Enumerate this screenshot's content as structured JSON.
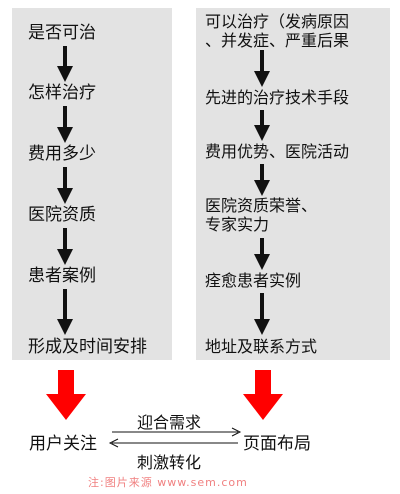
{
  "left_steps": [
    "是否可治",
    "怎样治疗",
    "费用多少",
    "医院资质",
    "患者案例",
    "形成及时间安排"
  ],
  "right_steps": [
    "可以治疗（发病原因\n、并发症、严重后果",
    "先进的治疗技术手段",
    "费用优势、医院活动",
    "医院资质荣誉、\n专家实力",
    "痊愈患者实例",
    "地址及联系方式"
  ],
  "bottom": {
    "left_label": "用户关注",
    "right_label": "页面布局",
    "top_caption": "迎合需求",
    "bottom_caption": "刺激转化"
  },
  "watermark": "注:图片来源 www.sem.com",
  "colors": {
    "panel": "#e3e3e3",
    "arrow_black": "#111111",
    "arrow_red": "#ff0000",
    "watermark": "#f08080"
  }
}
